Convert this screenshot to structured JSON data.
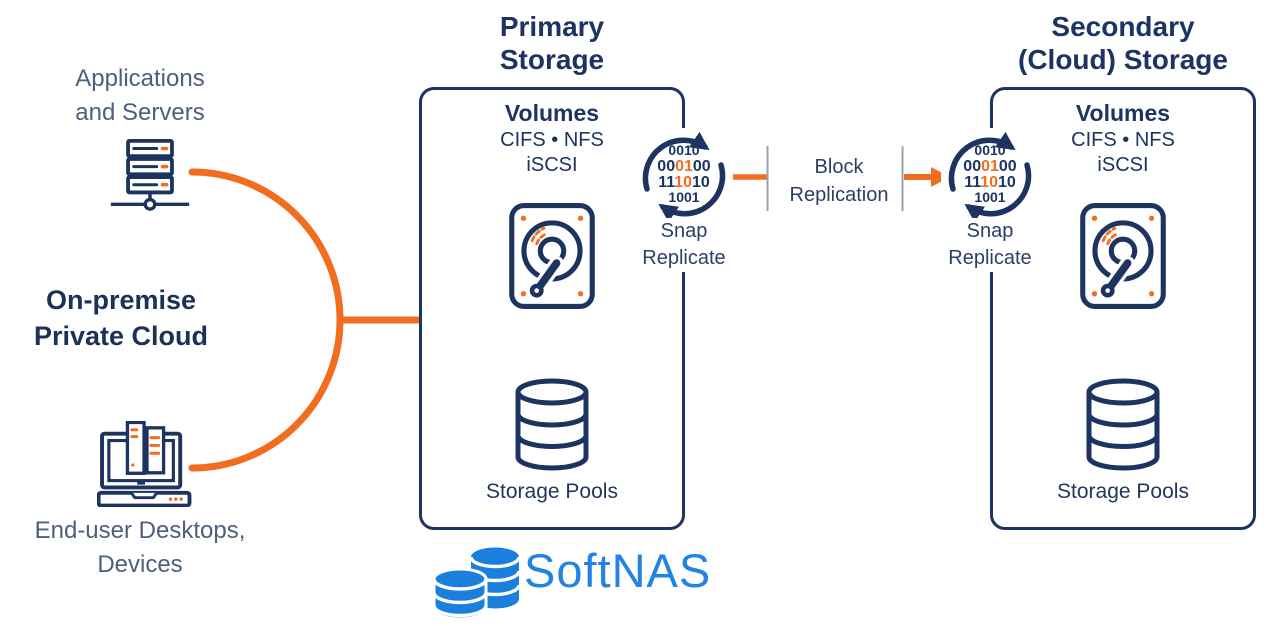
{
  "palette": {
    "navy": "#1d3360",
    "slate_text": "#4e5f7e",
    "orange": "#f26d21",
    "logo_blue": "#1b7fdd",
    "tick_gray": "#9aa2b2"
  },
  "left_column": {
    "apps_line1": "Applications",
    "apps_line2": "and Servers",
    "onprem_line1": "On-premise",
    "onprem_line2": "Private Cloud",
    "endusers_line1": "End-user Desktops,",
    "endusers_line2": "Devices"
  },
  "primary_storage": {
    "title_line1": "Primary",
    "title_line2": "Storage",
    "volumes_heading": "Volumes",
    "protocols_line1": "CIFS • NFS",
    "protocols_line2": "iSCSI",
    "pools_label": "Storage Pools"
  },
  "secondary_storage": {
    "title_line1": "Secondary",
    "title_line2": "(Cloud) Storage",
    "volumes_heading": "Volumes",
    "protocols_line1": "CIFS • NFS",
    "protocols_line2": "iSCSI",
    "pools_label": "Storage Pools"
  },
  "replication": {
    "snap_line1": "Snap",
    "snap_line2": "Replicate",
    "block_line1": "Block",
    "block_line2": "Replication",
    "binary": {
      "row1": "0010",
      "row2a": "00",
      "row2b": "01",
      "row2c": "00",
      "row3a": "11",
      "row3b": "10",
      "row3c": "10",
      "row4": "1001"
    }
  },
  "logo": {
    "name": "SoftNAS"
  },
  "icons": {
    "servers": "server-rack-icon",
    "endusers": "desktop-documents-icon",
    "volume": "hard-drive-icon",
    "pools": "database-cylinder-icon",
    "snap": "binary-sync-icon",
    "logo_mark": "database-stack-icon"
  }
}
